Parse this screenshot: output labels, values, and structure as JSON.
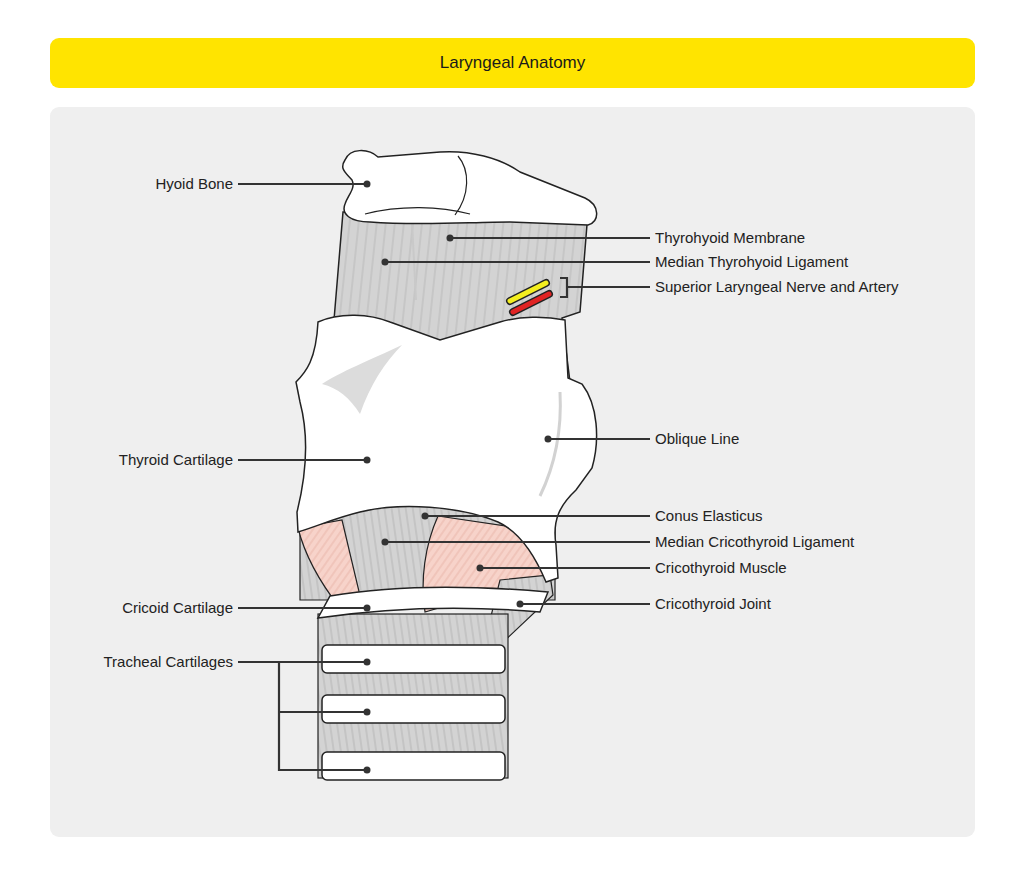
{
  "diagram": {
    "title": "Laryngeal Anatomy",
    "labels": [
      "Hyoid Bone",
      "Thyrohyoid Membrane",
      "Median Thyrohyoid Ligament",
      "Superior Laryngeal Nerve and Artery",
      "Oblique Line",
      "Thyroid Cartilage",
      "Conus Elasticus",
      "Median Cricothyroid Ligament",
      "Cricothyroid Muscle",
      "Cricoid Cartilage",
      "Cricothyroid Joint",
      "Tracheal Cartilages"
    ]
  }
}
